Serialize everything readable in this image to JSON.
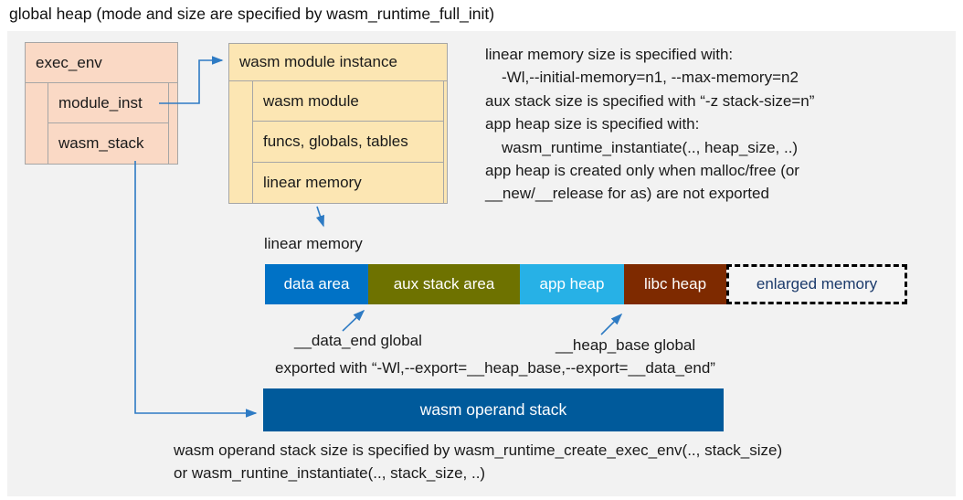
{
  "title": "global heap (mode and size are specified by wasm_runtime_full_init)",
  "colors": {
    "panel_bg": "#f2f2f2",
    "struct_pink": "#fad9c5",
    "struct_cream": "#fce6b3",
    "box_border": "#a6a6a6",
    "connector_blue": "#2e7bc4",
    "operand_stack_blue": "#005a9b",
    "enlarged_memory_text": "#1b3a6b"
  },
  "exec_env": {
    "title": "exec_env",
    "children": [
      {
        "label": "module_inst"
      },
      {
        "label": "wasm_stack"
      }
    ]
  },
  "module_instance": {
    "title": "wasm module instance",
    "children": [
      {
        "label": "wasm module"
      },
      {
        "label": "funcs, globals, tables"
      },
      {
        "label": "linear memory"
      }
    ]
  },
  "notes_right": {
    "lines": [
      "linear memory size is specified with:",
      "-Wl,--initial-memory=n1, --max-memory=n2",
      "aux stack size is specified with “-z stack-size=n”",
      "app heap size is specified with:",
      "wasm_runtime_instantiate(.., heap_size, ..)",
      "app heap is created only when malloc/free (or",
      "__new/__release for as) are not exported"
    ]
  },
  "linear_memory": {
    "label": "linear memory",
    "segments": [
      {
        "label": "data area",
        "color": "#0072c6",
        "text_color": "#ffffff"
      },
      {
        "label": "aux stack area",
        "color": "#6e7200",
        "text_color": "#ffffff"
      },
      {
        "label": "app heap",
        "color": "#27b1e6",
        "text_color": "#ffffff"
      },
      {
        "label": "libc heap",
        "color": "#7e2a00",
        "text_color": "#ffffff"
      },
      {
        "label": "enlarged memory",
        "color": "",
        "text_color": "#1b3a6b"
      }
    ]
  },
  "annotations": {
    "data_end": "__data_end global",
    "heap_base": "__heap_base global",
    "exported": "exported with “-Wl,--export=__heap_base,--export=__data_end”"
  },
  "operand_stack": {
    "label": "wasm operand stack",
    "note_line1": "wasm operand stack size is specified by wasm_runtime_create_exec_env(.., stack_size)",
    "note_line2": "or wasm_runtine_instantiate(.., stack_size, ..)"
  }
}
